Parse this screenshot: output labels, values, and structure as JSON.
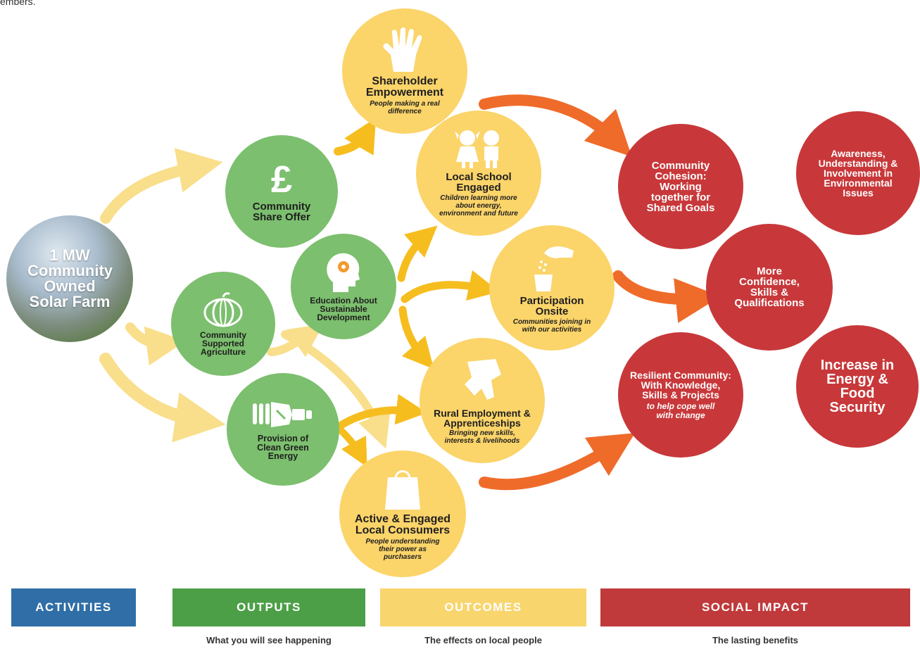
{
  "top_text": "embers.",
  "nodes": {
    "solar": "1 MW Community Owned Solar Farm",
    "share_offer": "Community Share Offer",
    "csa": "Community Supported Agriculture",
    "green_energy": "Provision of Clean Green Energy",
    "education": "Education About Sustainable Development",
    "shareholder": {
      "title": "Shareholder Empowerment",
      "sub": "People making a real difference"
    },
    "school": {
      "title": "Local School Engaged",
      "sub": "Children learning more about energy, environment and future"
    },
    "participation": {
      "title": "Participation Onsite",
      "sub": "Communities joining in with our activities"
    },
    "rural": {
      "title": "Rural Employment & Apprenticeships",
      "sub": "Bringing new skills, interests & livelihoods"
    },
    "consumers": {
      "title": "Active & Engaged Local Consumers",
      "sub": "People understanding their power as purchasers"
    },
    "cohesion": "Community Cohesion: Working together for Shared Goals",
    "awareness": "Awareness, Understanding & Involvement in Environmental Issues",
    "confidence": "More Confidence, Skills & Qualifications",
    "resilient": {
      "title": "Resilient Community: With Knowledge, Skills & Projects",
      "sub": "to help cope well with change"
    },
    "security": "Increase in Energy & Food Security"
  },
  "legend": {
    "activities": "ACTIVITIES",
    "outputs": "OUTPUTS",
    "outcomes": "OUTCOMES",
    "impact": "SOCIAL IMPACT",
    "outputs_caption": "What you will see happening",
    "outcomes_caption": "The effects on local people",
    "impact_caption": "The lasting benefits"
  },
  "colors": {
    "activities": "#2f6ea6",
    "outputs": "#4c9f46",
    "outcomes": "#f9d56e",
    "impact": "#c0393b",
    "arrow_light": "#f9df8c",
    "arrow_yellow": "#f6bd1f",
    "arrow_orange": "#ef6b2a"
  }
}
